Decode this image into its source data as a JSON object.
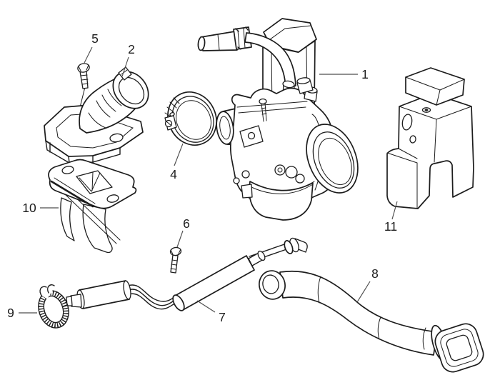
{
  "diagram": {
    "description": "exploded-parts-diagram-carburettor-assembly",
    "background_color": "#ffffff",
    "line_color": "#1c1c1c",
    "leader_color": "#4d4d4d",
    "label_color": "#1c1c1c",
    "callouts": [
      {
        "number": "1",
        "part": "carburetor"
      },
      {
        "number": "2",
        "part": "intake-manifold-elbow"
      },
      {
        "number": "4",
        "part": "hose-clamp"
      },
      {
        "number": "5",
        "part": "hex-screw-upper"
      },
      {
        "number": "6",
        "part": "hex-screw-lower"
      },
      {
        "number": "7",
        "part": "control-cable-tube-assembly"
      },
      {
        "number": "8",
        "part": "air-intake-hose"
      },
      {
        "number": "9",
        "part": "spring-band-clamp"
      },
      {
        "number": "10",
        "part": "reed-valve-unit"
      },
      {
        "number": "11",
        "part": "carburetor-cover"
      }
    ]
  }
}
